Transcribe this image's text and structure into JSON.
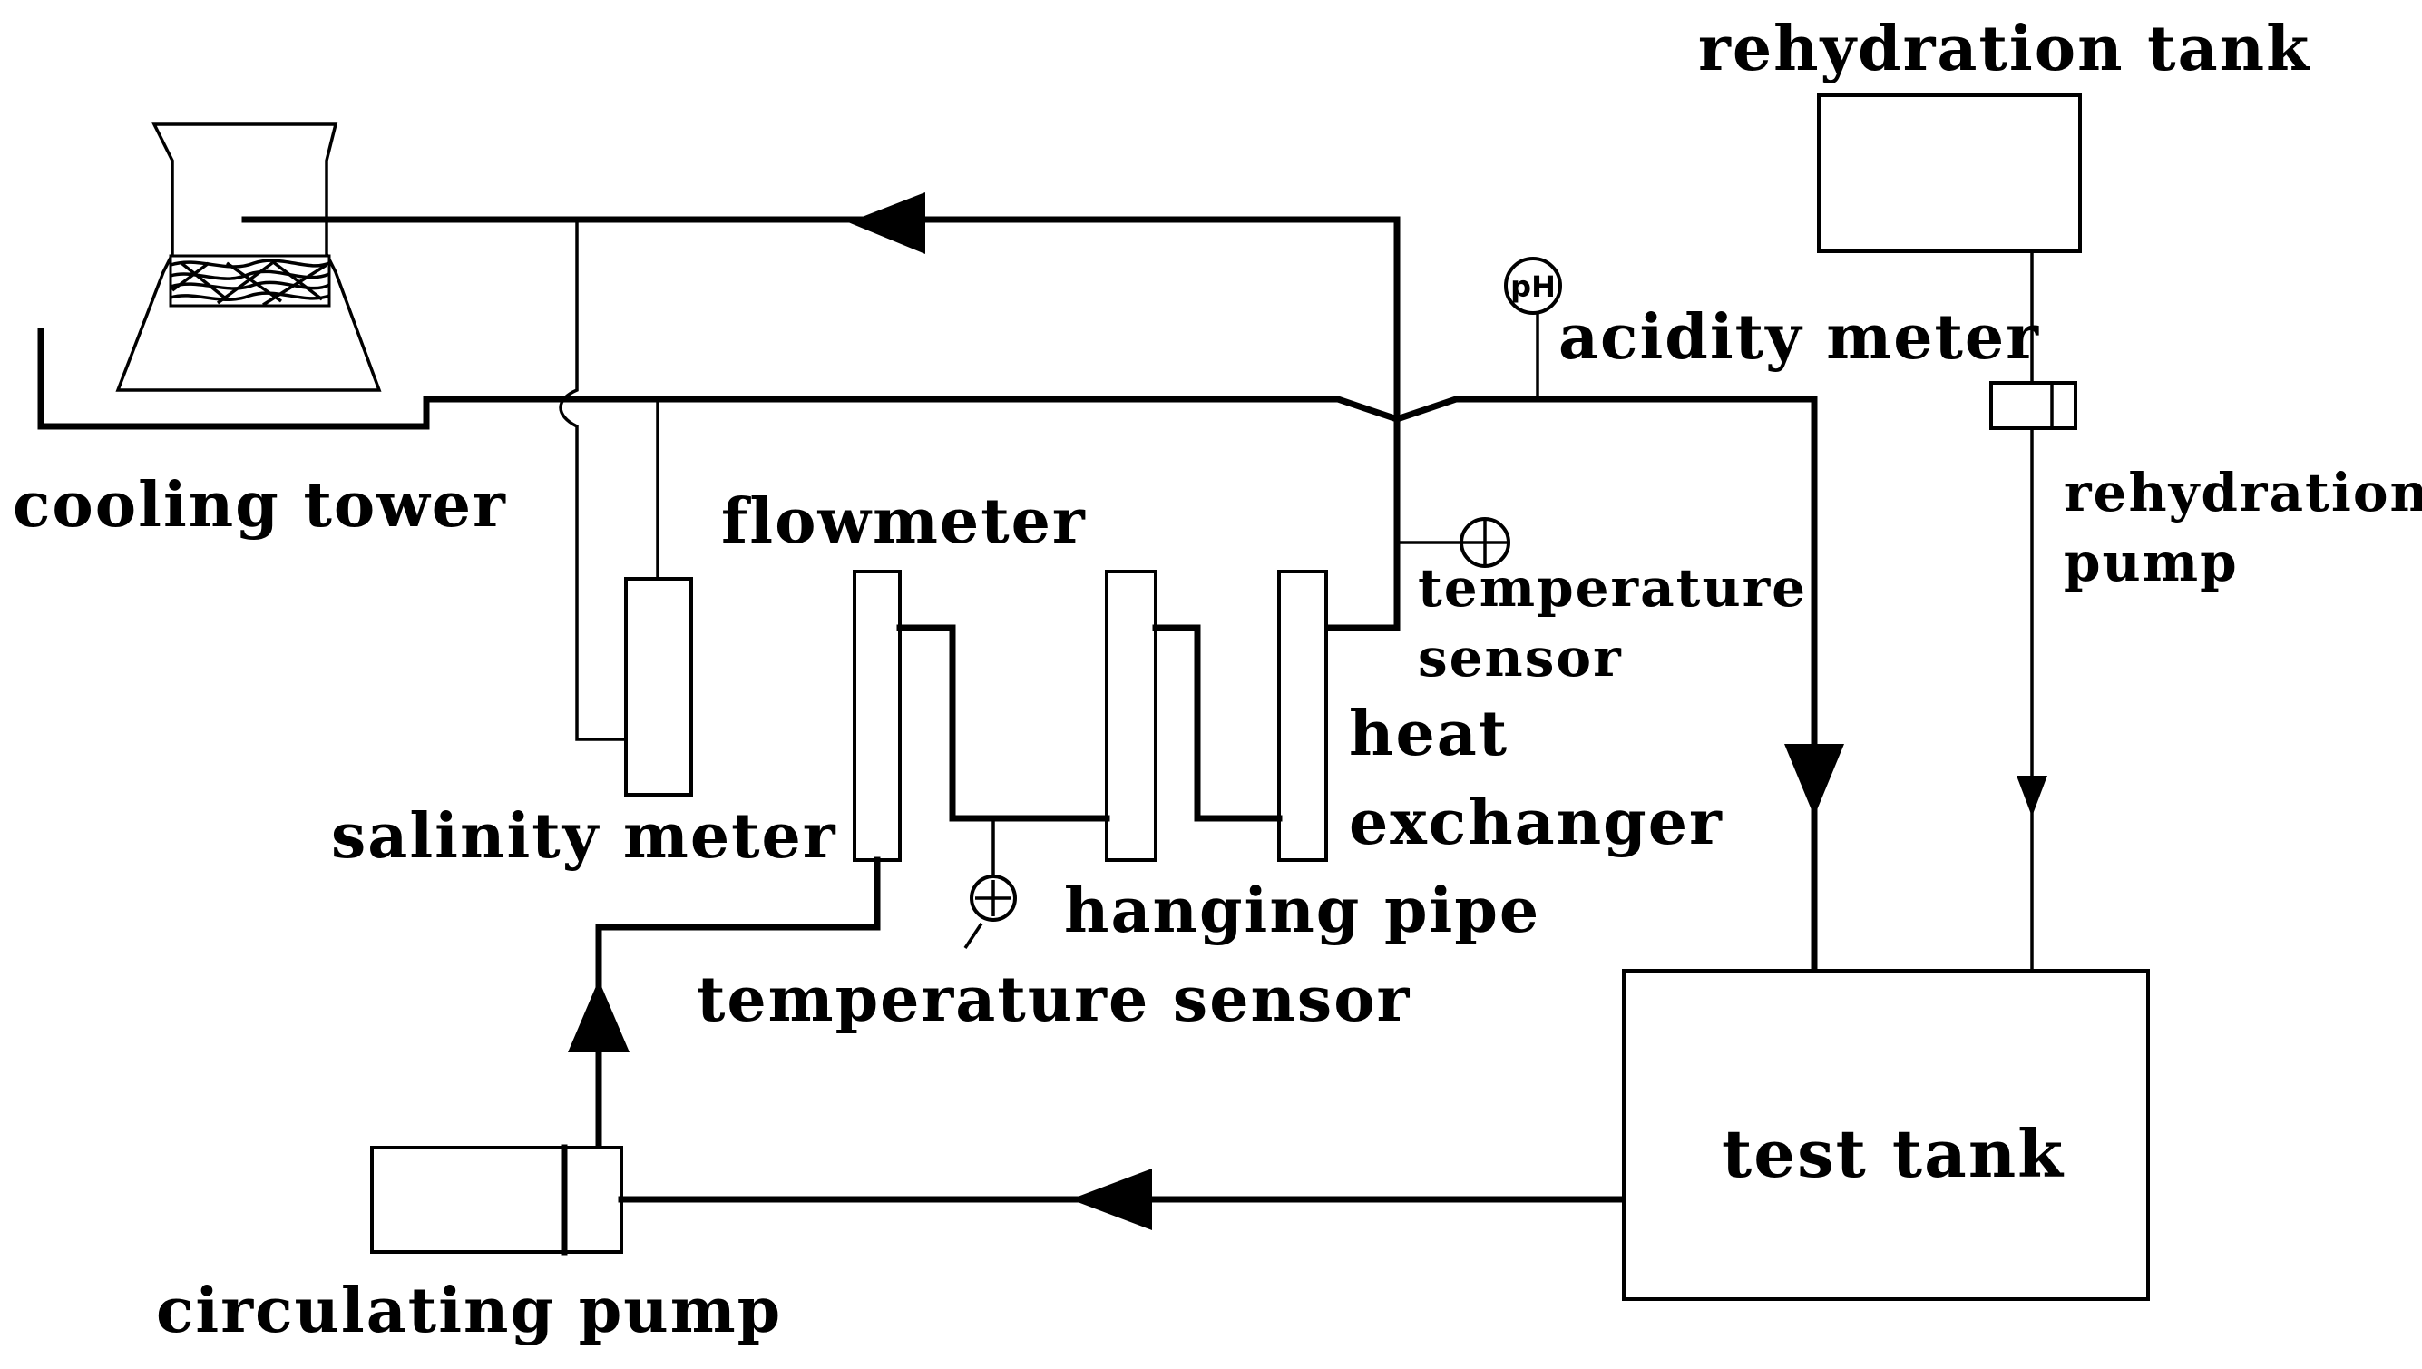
{
  "labels": {
    "rehydration_tank": "rehydration tank",
    "acidity_meter": "acidity meter",
    "acidity_meter_symbol": "pH",
    "cooling_tower": "cooling tower",
    "flowmeter": "flowmeter",
    "rehydration_pump_line1": "rehydration",
    "rehydration_pump_line2": "pump",
    "temperature_sensor_right_line1": "temperature",
    "temperature_sensor_right_line2": "sensor",
    "heat_exchanger_line1": "heat",
    "heat_exchanger_line2": "exchanger",
    "salinity_meter": "salinity meter",
    "hanging_pipe": "hanging pipe",
    "temperature_sensor_bottom": "temperature sensor",
    "test_tank": "test tank",
    "circulating_pump": "circulating pump"
  }
}
